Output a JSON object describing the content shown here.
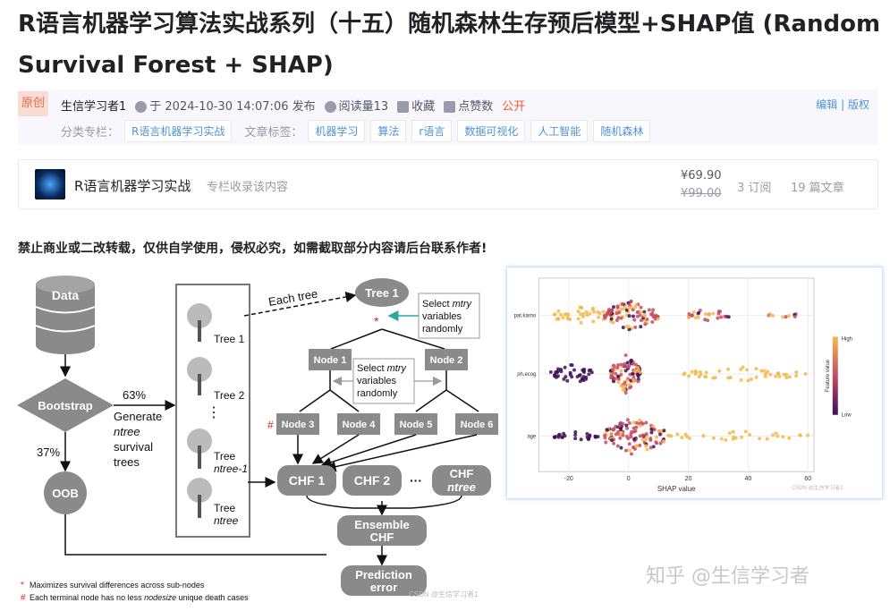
{
  "article": {
    "title": "R语言机器学习算法实战系列（十五）随机森林生存预后模型+SHAP值 (Random Survival Forest + SHAP)"
  },
  "meta": {
    "badge": "原创",
    "author": "生信学习者1",
    "date": "于 2024-10-30 14:07:06 发布",
    "reads": "阅读量13",
    "collect": "收藏",
    "likes": "点赞数",
    "visibility": "公开",
    "edit": "编辑",
    "copyright": "版权",
    "category_label": "分类专栏：",
    "category": "R语言机器学习实战",
    "tags_label": "文章标签：",
    "tags": [
      "机器学习",
      "算法",
      "r语言",
      "数据可视化",
      "人工智能",
      "随机森林"
    ]
  },
  "column": {
    "name": "R语言机器学习实战",
    "subtitle": "专栏收录该内容",
    "price": "¥69.90",
    "old_price": "¥99.00",
    "subs": "3 订阅",
    "articles": "19 篇文章"
  },
  "notice": "禁止商业或二改转载，仅供自学使用，侵权必究，如需截取部分内容请后台联系作者!",
  "diagram": {
    "data": "Data",
    "bootstrap": "Bootstrap",
    "oob": "OOB",
    "pct63": "63%",
    "pct37": "37%",
    "generate1": "Generate",
    "generate2": "ntree",
    "generate3": "survival",
    "generate4": "trees",
    "each_tree": "Each tree",
    "tree1": "Tree 1",
    "tree1_label": "Tree 1",
    "tree2": "Tree 2",
    "tree_ntree1a": "Tree",
    "tree_ntree1b": "ntree-1",
    "tree_ntree_a": "Tree",
    "tree_ntree_b": "ntree",
    "select1a": "Select",
    "select1b": "mtry",
    "select1c": "variables",
    "select1d": "randomly",
    "node1": "Node 1",
    "node2": "Node 2",
    "node3": "Node 3",
    "node4": "Node 4",
    "node5": "Node 5",
    "node6": "Node 6",
    "chf1": "CHF 1",
    "chf2": "CHF 2",
    "chfn_a": "CHF",
    "chfn_b": "ntree",
    "ellipsis": "···",
    "ensemble_a": "Ensemble",
    "ensemble_b": "CHF",
    "pred_a": "Prediction",
    "pred_b": "error",
    "note1": "Maximizes survival differences across sub-nodes",
    "note2a": "Each terminal node has no less ",
    "note2b": "nodesize",
    "note2c": " unique death cases",
    "watermark": "CSDN @生信学习者1",
    "star": "*",
    "hash": "#",
    "dots": "⋮"
  },
  "shap": {
    "features": [
      "pat.karno",
      "ph.ecog",
      "age"
    ],
    "x_ticks": [
      "-20",
      "0",
      "20",
      "40",
      "60"
    ],
    "xlabel": "SHAP value",
    "legend_title": "Feature value",
    "legend_high": "High",
    "legend_low": "Low",
    "watermark": "CSDN @生信学习者1",
    "colors": {
      "high": "#f6b94b",
      "mid": "#c64b62",
      "low": "#3e0f55"
    }
  },
  "zhihu": "知乎 @生信学习者"
}
